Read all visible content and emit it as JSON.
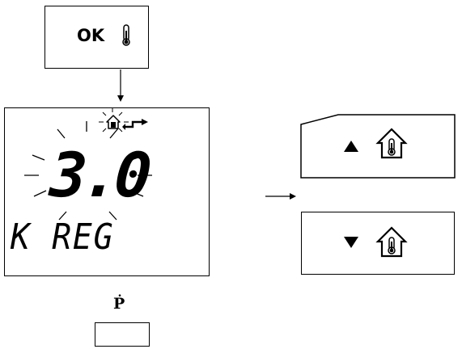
{
  "ok_box": {
    "label": "OK",
    "icon": "thermometer-icon"
  },
  "display": {
    "value": "3.0",
    "text": "K REG",
    "icons": [
      "sun-house-icon",
      "arrow-out-icon"
    ]
  },
  "controls": {
    "up": {
      "icon": "triangle-up-icon",
      "house_icon": "house-thermometer-icon"
    },
    "down": {
      "icon": "triangle-down-icon",
      "house_icon": "house-thermometer-icon"
    }
  },
  "footer": {
    "label": "Ṗ"
  }
}
